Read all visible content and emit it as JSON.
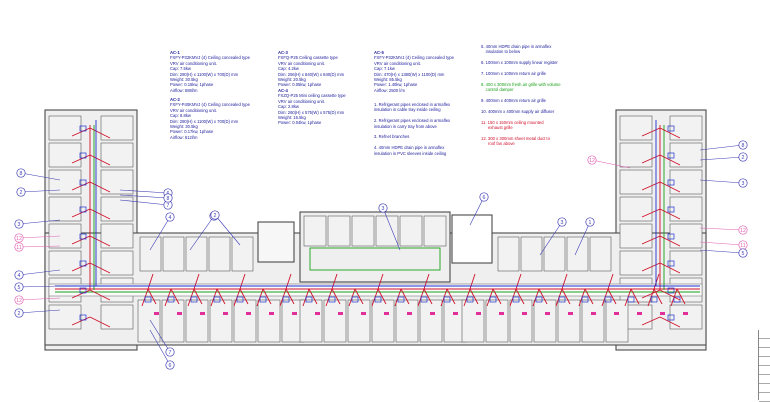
{
  "drawing": {
    "colors": {
      "wall": "#4a4a4a",
      "room": "#efefef",
      "duct_red": "#d0102a",
      "duct_green": "#18a018",
      "pipe_blue": "#1e2fd0",
      "unit_pink": "#e0309a",
      "callout": "#3c3cb4",
      "callout_pink": "#e060b0"
    },
    "specs": [
      {
        "id": "ac1",
        "lines": [
          "AC-1",
          "FXFY-P32KMVJ (4) Ceiling concealed type",
          "VRV air conditioning unit.",
          "Cap: 7.5kw",
          "Dim: 280(H) x 1100(W) x 700(D) mm",
          "Weight: 30.5kg",
          "Power: 0.15kw, 1phase",
          "Airflow: 588l/m"
        ]
      },
      {
        "id": "ac2",
        "lines": [
          "AC-2",
          "FXFY-P40KMVJ (4) Ceiling concealed type",
          "VRV air conditioning unit.",
          "Cap: 8.8kw",
          "Dim: 280(H) x 1100(W) x 700(D) mm",
          "Weight: 30.5kg",
          "Power: 0.17kw, 1phase",
          "Airflow: 612l/m"
        ]
      },
      {
        "id": "ac3",
        "lines": [
          "AC-3",
          "FXFQ-P25 Ceiling cassette type",
          "VRV air conditioning unit.",
          "Cap: 4.2kw",
          "Dim: 256(H) x 840(W) x 840(D) mm",
          "Weight: 20.5kg",
          "Power: 0.05kw, 1phase"
        ]
      },
      {
        "id": "ac4",
        "lines": [
          "AC-4",
          "FXZQ-P25 Mini ceiling cassette type",
          "VRV air conditioning unit.",
          "Cap: 2.8kw",
          "Dim: 260(H) x 575(W) x 575(D) mm",
          "Weight: 16.5kg",
          "Power: 0.04kw, 1phase"
        ]
      },
      {
        "id": "ac5",
        "lines": [
          "AC-5",
          "FXFY-P32KMVJ (4) Ceiling concealed type",
          "VRV air conditioning unit.",
          "Cap: 7.1kw",
          "Dim: 470(H) x 1380(W) x 1100(D) mm",
          "Weight: 85.5kg",
          "Power: 1.40kw, 1phase",
          "Airflow: 2500 l/m"
        ]
      }
    ],
    "notes_mid": [
      "1. Refrigerant pipes enclosed in armaflex",
      "insulation in cable tray inside ceiling",
      "",
      "2. Refrigerant pipes enclosed in armaflex",
      "insulation in carry tray from above",
      "",
      "3. Refnet branches",
      "",
      "4. 40mm HDPE drain pipe in armaflex",
      "insulation in PVC sleeves inside ceiling"
    ],
    "notes_right": [
      {
        "text": "5. 40mm HDPE drain pipe in armaflex",
        "tone": "blue"
      },
      {
        "text": "    insulation to below",
        "tone": "blue"
      },
      {
        "text": "",
        "tone": "blue"
      },
      {
        "text": "6. 100mm x 100mm supply linear register",
        "tone": "blue"
      },
      {
        "text": "",
        "tone": "blue"
      },
      {
        "text": "7. 100mm x 100mm return air grille",
        "tone": "blue"
      },
      {
        "text": "",
        "tone": "blue"
      },
      {
        "text": "8. 400 x 300mm fresh air grille with volume",
        "tone": "green"
      },
      {
        "text": "    control damper",
        "tone": "green"
      },
      {
        "text": "",
        "tone": "blue"
      },
      {
        "text": "9. 400mm x 400mm return air grille",
        "tone": "blue"
      },
      {
        "text": "",
        "tone": "blue"
      },
      {
        "text": "10. 400mm x 400mm supply air diffuser",
        "tone": "blue"
      },
      {
        "text": "",
        "tone": "blue"
      },
      {
        "text": "11. 150 x 150mm ceiling mounted",
        "tone": "red"
      },
      {
        "text": "      exhaust grille",
        "tone": "red"
      },
      {
        "text": "",
        "tone": "blue"
      },
      {
        "text": "12. 300 x 300mm sheet metal duct to",
        "tone": "red"
      },
      {
        "text": "      roof fan above",
        "tone": "red"
      }
    ],
    "callouts_left": [
      "8",
      "2",
      "3",
      "12",
      "11",
      "4",
      "5",
      "12",
      "2"
    ],
    "callouts_center_left": [
      "6",
      "7",
      "8",
      "4",
      "3",
      "7",
      "6"
    ],
    "callouts_center": [
      "2",
      "3",
      "6"
    ],
    "callouts_right": [
      "3",
      "1",
      "12",
      "8",
      "2",
      "3",
      "12",
      "11",
      "5"
    ]
  }
}
